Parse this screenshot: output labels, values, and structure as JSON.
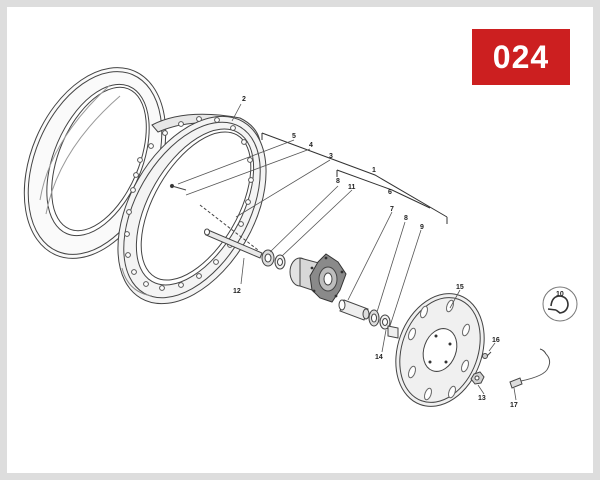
{
  "diagram": {
    "page_number": "024",
    "callouts": [
      "1",
      "2",
      "3",
      "4",
      "5",
      "6",
      "7",
      "8",
      "9",
      "10",
      "11",
      "12",
      "13",
      "14",
      "15",
      "16",
      "17",
      "8"
    ]
  },
  "colors": {
    "badge_bg": "#cc1f20",
    "frame_border": "#dddddd",
    "line": "#444444"
  }
}
